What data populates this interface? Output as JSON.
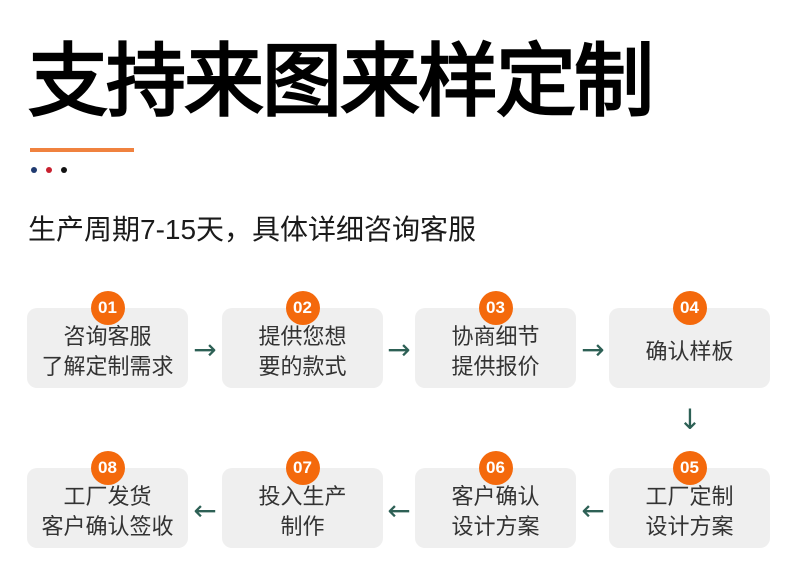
{
  "header": {
    "title": "支持来图来样定制",
    "subtitle": "生产周期7-15天，具体详细咨询客服",
    "underline_color": "#f0823f",
    "dot_colors": [
      "#203a70",
      "#c8202f",
      "#121212"
    ]
  },
  "flow": {
    "badge_color": "#f4690c",
    "box_bg": "#efefef",
    "text_color": "#333333",
    "arrow_color": "#2d6055",
    "right_arrow": "→",
    "left_arrow": "←",
    "down_arrow": "↓",
    "steps": [
      {
        "num": "01",
        "line1": "咨询客服",
        "line2": "了解定制需求"
      },
      {
        "num": "02",
        "line1": "提供您想",
        "line2": "要的款式"
      },
      {
        "num": "03",
        "line1": "协商细节",
        "line2": "提供报价"
      },
      {
        "num": "04",
        "line1": "确认样板",
        "line2": ""
      },
      {
        "num": "05",
        "line1": "工厂定制",
        "line2": "设计方案"
      },
      {
        "num": "06",
        "line1": "客户确认",
        "line2": "设计方案"
      },
      {
        "num": "07",
        "line1": "投入生产",
        "line2": "制作"
      },
      {
        "num": "08",
        "line1": "工厂发货",
        "line2": "客户确认签收"
      }
    ]
  }
}
